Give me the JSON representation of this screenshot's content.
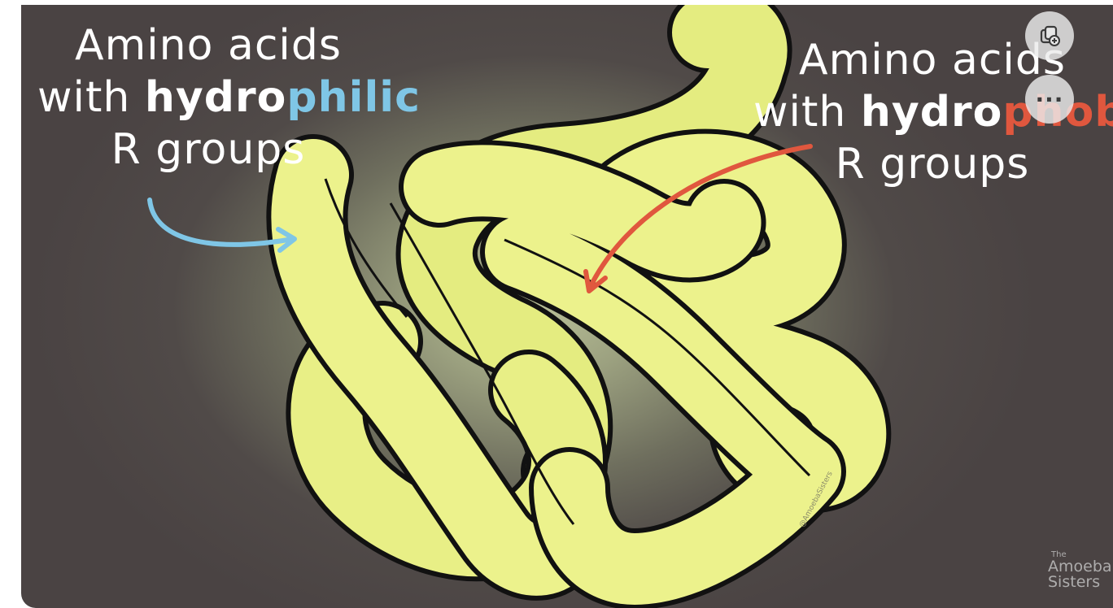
{
  "left_label": {
    "line1": "Amino acids",
    "line2_prefix": "with ",
    "line2_hydro": "hydro",
    "line2_suffix": "philic",
    "line3": "R groups"
  },
  "right_label": {
    "line1": "Amino acids",
    "line2_prefix": "with ",
    "line2_hydro": "hydro",
    "line2_suffix": "phobic",
    "line3": "R groups"
  },
  "watermark": {
    "small": "The",
    "line1": "Amoeba",
    "line2": "Sisters"
  },
  "credit": "@AmoebaSisters",
  "controls": {
    "copy_icon": "copy-add-icon",
    "more_label": "···"
  },
  "colors": {
    "protein_fill": "#ecf28c",
    "protein_outline": "#111111",
    "hydrophilic": "#7fc6e6",
    "hydrophobic": "#e0573e"
  }
}
